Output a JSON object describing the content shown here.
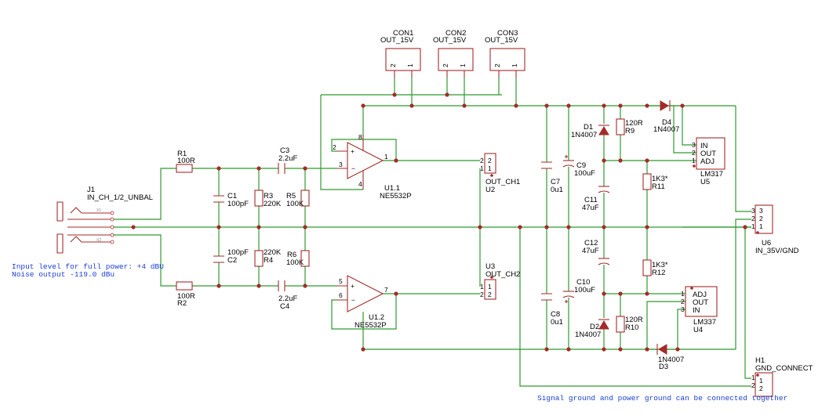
{
  "labels": {
    "con1_ref": "CON1",
    "con1_val": "OUT_15V",
    "con2_ref": "CON2",
    "con2_val": "OUT_15V",
    "con3_ref": "CON3",
    "con3_val": "OUT_15V",
    "con_pin2": "2",
    "con_pin1": "1",
    "r1_ref": "R1",
    "r1_val": "100R",
    "r2_ref": "R2",
    "r2_val": "100R",
    "r3_ref": "R3",
    "r3_val": "220K",
    "r4_ref": "R4",
    "r4_val": "220K",
    "r5_ref": "R5",
    "r5_val": "100K",
    "r6_ref": "R6",
    "r6_val": "100K",
    "r9_ref": "R9",
    "r9_val": "120R",
    "r10_ref": "R10",
    "r10_val": "120R",
    "r11_ref": "R11",
    "r11_val": "1K3*",
    "r12_ref": "R12",
    "r12_val": "1K3*",
    "c1_ref": "C1",
    "c1_val": "100pF",
    "c2_ref": "C2",
    "c2_val": "100pF",
    "c3_ref": "C3",
    "c3_val": "2.2uF",
    "c4_ref": "C4",
    "c4_val": "2.2uF",
    "c7_ref": "C7",
    "c7_val": "0u1",
    "c8_ref": "C8",
    "c8_val": "0u1",
    "c9_ref": "C9",
    "c9_val": "100uF",
    "c10_ref": "C10",
    "c10_val": "100uF",
    "c11_ref": "C11",
    "c11_val": "47uF",
    "c12_ref": "C12",
    "c12_val": "47uF",
    "d1_ref": "D1",
    "d1_val": "1N4007",
    "d2_ref": "D2",
    "d2_val": "1N4007",
    "d3_ref": "D3",
    "d3_val": "1N4007",
    "d4_ref": "D4",
    "d4_val": "1N4007",
    "j1_ref": "J1",
    "j1_val": "IN_CH_1/2_UNBAL",
    "j1_x1": "X1",
    "j1_x2": "X2",
    "u11_ref": "U1.1",
    "u11_val": "NE5532P",
    "u12_ref": "U1.2",
    "u12_val": "NE5532P",
    "u2_ref": "U2",
    "u2_val": "OUT_CH1",
    "u3_ref": "U3",
    "u3_val": "OUT_CH2",
    "u4_ref": "U4",
    "u4_val": "LM337",
    "u5_ref": "U5",
    "u5_val": "LM317",
    "u6_ref": "U6",
    "u6_val": "IN_35V/GND",
    "h1_ref": "H1",
    "h1_val": "GND_CONNECT",
    "lm317_in": "IN",
    "lm317_out": "OUT",
    "lm317_adj": "ADJ",
    "lm337_adj": "ADJ",
    "lm337_out": "OUT",
    "lm337_in": "IN",
    "p1": "1",
    "p2": "2",
    "p3": "3",
    "p4": "4",
    "p5": "5",
    "p6": "6",
    "p7": "7",
    "p8": "8"
  },
  "notes": {
    "input_level": "Input level for full power: +4 dBU",
    "noise": "Noise output -119.0 dBu",
    "ground": "Signal ground and power ground can be connected together"
  }
}
